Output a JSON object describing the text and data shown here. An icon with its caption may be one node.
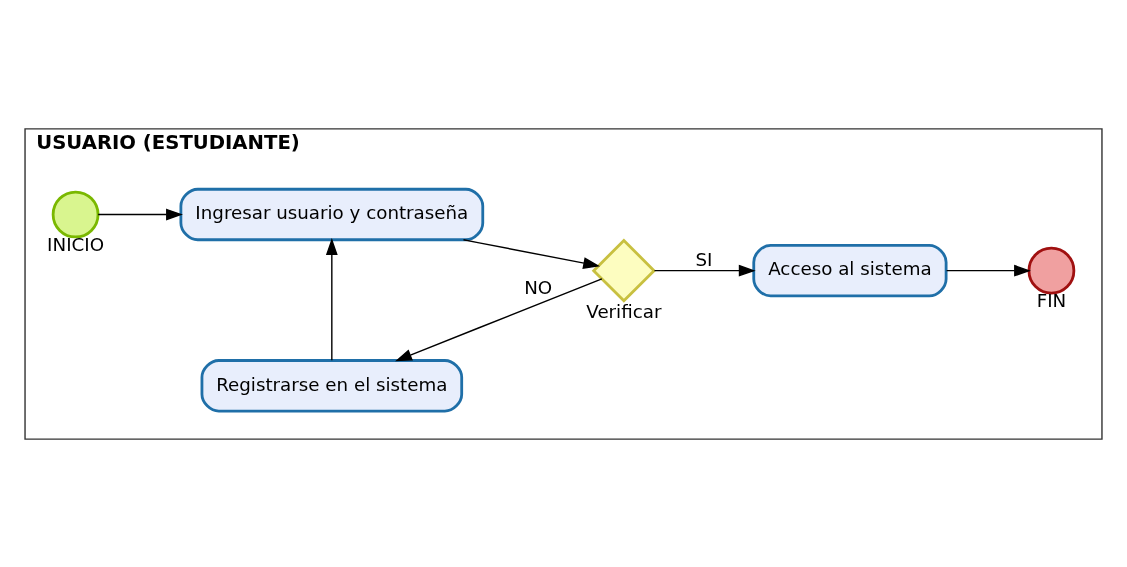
{
  "diagram": {
    "nodes": [
      {
        "text": [
          "USUARIO (ESTUDIANTE)"
        ]
      },
      {
        "text": [
          "Registrarse en el sistema"
        ],
        "in": 0
      },
      {
        "text": [
          "INICIO"
        ],
        "in": 0
      },
      {
        "text": [
          "Ingresar usuario y contraseña"
        ],
        "in": 0
      },
      {
        "text": [
          "Verificar"
        ],
        "in": 0
      },
      {
        "text": [
          "Acceso al sistema"
        ],
        "in": 0
      },
      {
        "text": [
          "FIN"
        ],
        "in": 0
      }
    ],
    "edges": [
      {
        "from": 2,
        "to": 3,
        "arrow": "to"
      },
      {
        "from": 3,
        "to": 4,
        "arrow": "to"
      },
      {
        "from": 4,
        "to": 1,
        "arrow": "to",
        "label": "NO"
      },
      {
        "from": 1,
        "to": 3,
        "arrow": "to"
      },
      {
        "from": 4,
        "to": 5,
        "arrow": "to",
        "label": "SI"
      },
      {
        "from": 5,
        "to": 6,
        "arrow": "to"
      }
    ]
  }
}
